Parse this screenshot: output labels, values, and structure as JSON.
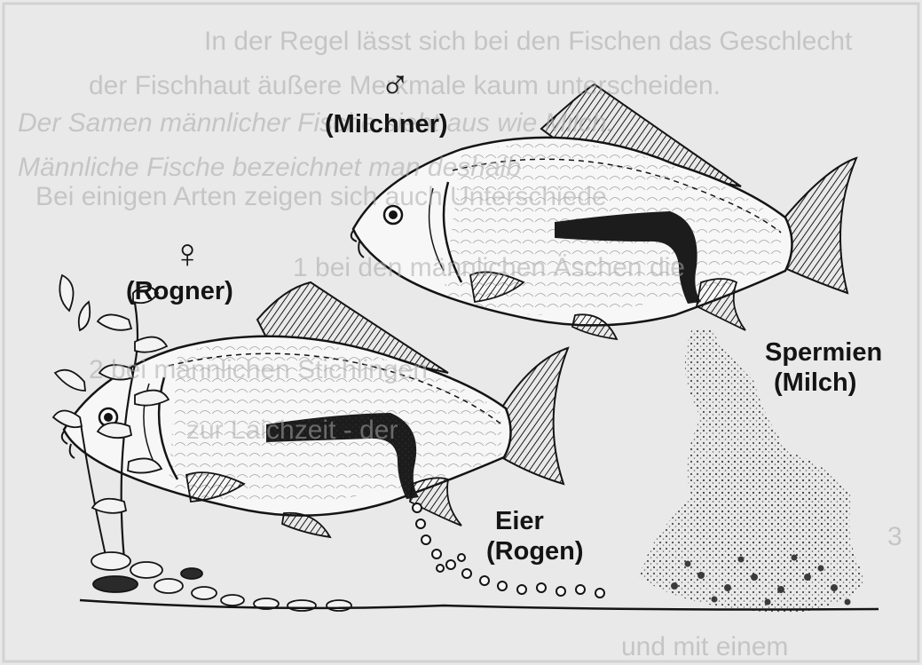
{
  "labels": {
    "male_symbol": "♂",
    "male_name": "(Milchner)",
    "female_symbol": "♀",
    "female_name": "(Rogner)",
    "sperm_title": "Spermien",
    "sperm_sub": "(Milch)",
    "eggs_title": "Eier",
    "eggs_sub": "(Rogen)"
  },
  "bleed_through": [
    "In der Regel lässt sich bei den Fischen das Geschlecht",
    "der Fischhaut äußere Merkmale kaum unterscheiden.",
    "Der Samen männlicher Fische sieht aus wie Milch.",
    "Männliche Fische bezeichnet man deshalb",
    "Bei einigen Arten zeigen sich auch Unterschiede",
    "1  bei den männlichen Äschen die",
    "2  bei männlichen Stichlingen",
    "zur Laichzeit - der",
    "3",
    "und mit einem"
  ],
  "colors": {
    "page_background": "#e9e9e9",
    "ink": "#141414",
    "fish_body": "#f7f7f7",
    "roe_stripe": "#1c1c1c"
  }
}
